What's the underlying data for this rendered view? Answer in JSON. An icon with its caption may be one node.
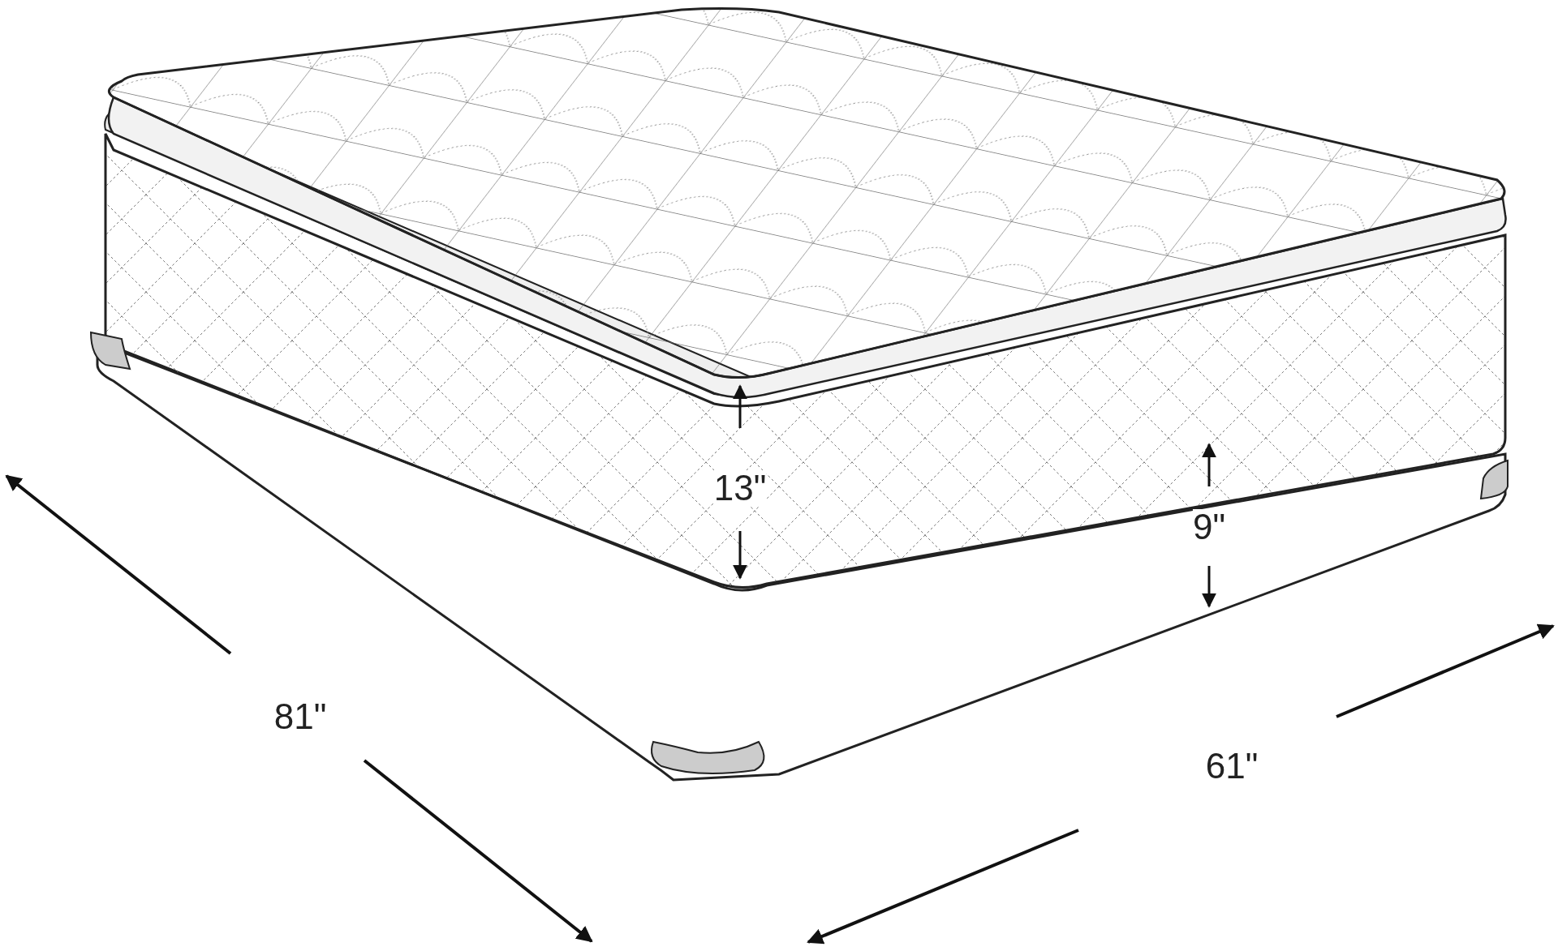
{
  "diagram": {
    "labels": [
      "13\"",
      "9\"",
      "81\"",
      "61\""
    ]
  }
}
